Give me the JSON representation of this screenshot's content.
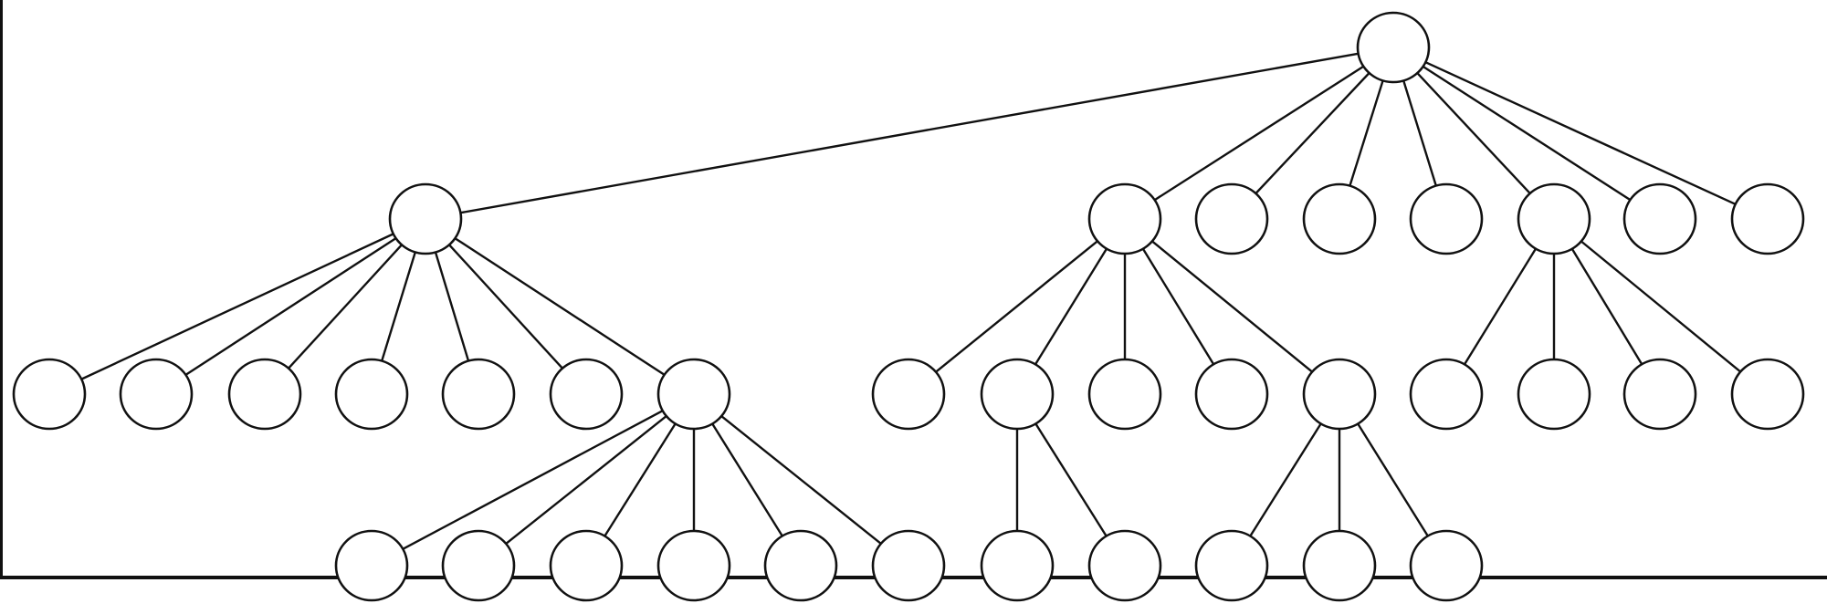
{
  "diagram": {
    "type": "tree",
    "colors": {
      "line": "#111111",
      "node_fill": "#ffffff",
      "background": "#ffffff"
    },
    "root": "n0",
    "edges": [
      [
        "n0",
        "a"
      ],
      [
        "n0",
        "b"
      ],
      [
        "n0",
        "c1"
      ],
      [
        "n0",
        "c2"
      ],
      [
        "n0",
        "c3"
      ],
      [
        "n0",
        "d"
      ],
      [
        "n0",
        "c4"
      ],
      [
        "n0",
        "c5"
      ],
      [
        "a",
        "a1"
      ],
      [
        "a",
        "a2"
      ],
      [
        "a",
        "a3"
      ],
      [
        "a",
        "a4"
      ],
      [
        "a",
        "a5"
      ],
      [
        "a",
        "a6"
      ],
      [
        "a",
        "a7"
      ],
      [
        "a7",
        "a7_1"
      ],
      [
        "a7",
        "a7_2"
      ],
      [
        "a7",
        "a7_3"
      ],
      [
        "a7",
        "a7_4"
      ],
      [
        "a7",
        "a7_5"
      ],
      [
        "a7",
        "a7_6"
      ],
      [
        "b",
        "b1"
      ],
      [
        "b",
        "b2"
      ],
      [
        "b",
        "b3"
      ],
      [
        "b",
        "b4"
      ],
      [
        "b",
        "b5"
      ],
      [
        "b2",
        "b2_1"
      ],
      [
        "b2",
        "b2_2"
      ],
      [
        "b5",
        "b5_1"
      ],
      [
        "b5",
        "b5_2"
      ],
      [
        "b5",
        "b5_3"
      ],
      [
        "d",
        "d1"
      ],
      [
        "d",
        "d2"
      ],
      [
        "d",
        "d3"
      ],
      [
        "d",
        "d4"
      ]
    ]
  }
}
